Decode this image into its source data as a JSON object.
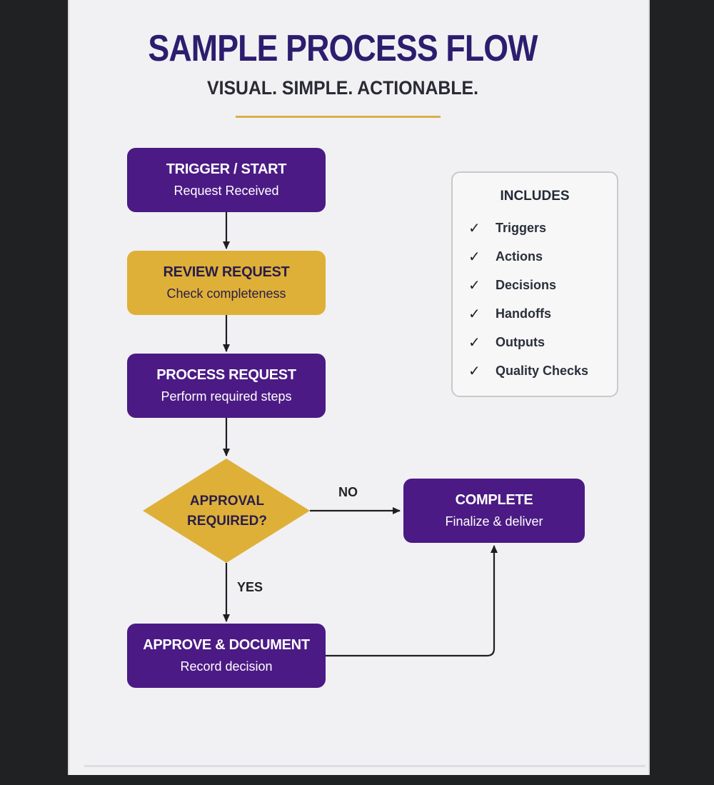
{
  "title": "SAMPLE PROCESS FLOW",
  "subtitle": "VISUAL. SIMPLE. ACTIONABLE.",
  "nodes": {
    "trigger": {
      "title": "TRIGGER / START",
      "sub": "Request Received"
    },
    "review": {
      "title": "REVIEW REQUEST",
      "sub": "Check completeness"
    },
    "process": {
      "title": "PROCESS REQUEST",
      "sub": "Perform required steps"
    },
    "decision": {
      "line1": "APPROVAL",
      "line2": "REQUIRED?"
    },
    "complete": {
      "title": "COMPLETE",
      "sub": "Finalize & deliver"
    },
    "approve": {
      "title": "APPROVE & DOCUMENT",
      "sub": "Record decision"
    }
  },
  "edge_labels": {
    "no": "NO",
    "yes": "YES"
  },
  "includes": {
    "title": "INCLUDES",
    "items": [
      "Triggers",
      "Actions",
      "Decisions",
      "Handoffs",
      "Outputs",
      "Quality Checks"
    ],
    "check_icon": "checkmark-icon"
  },
  "colors": {
    "purple": "#4b1a84",
    "gold": "#deb038",
    "title": "#2c1d6e",
    "accent_rule": "#d8b14a"
  }
}
